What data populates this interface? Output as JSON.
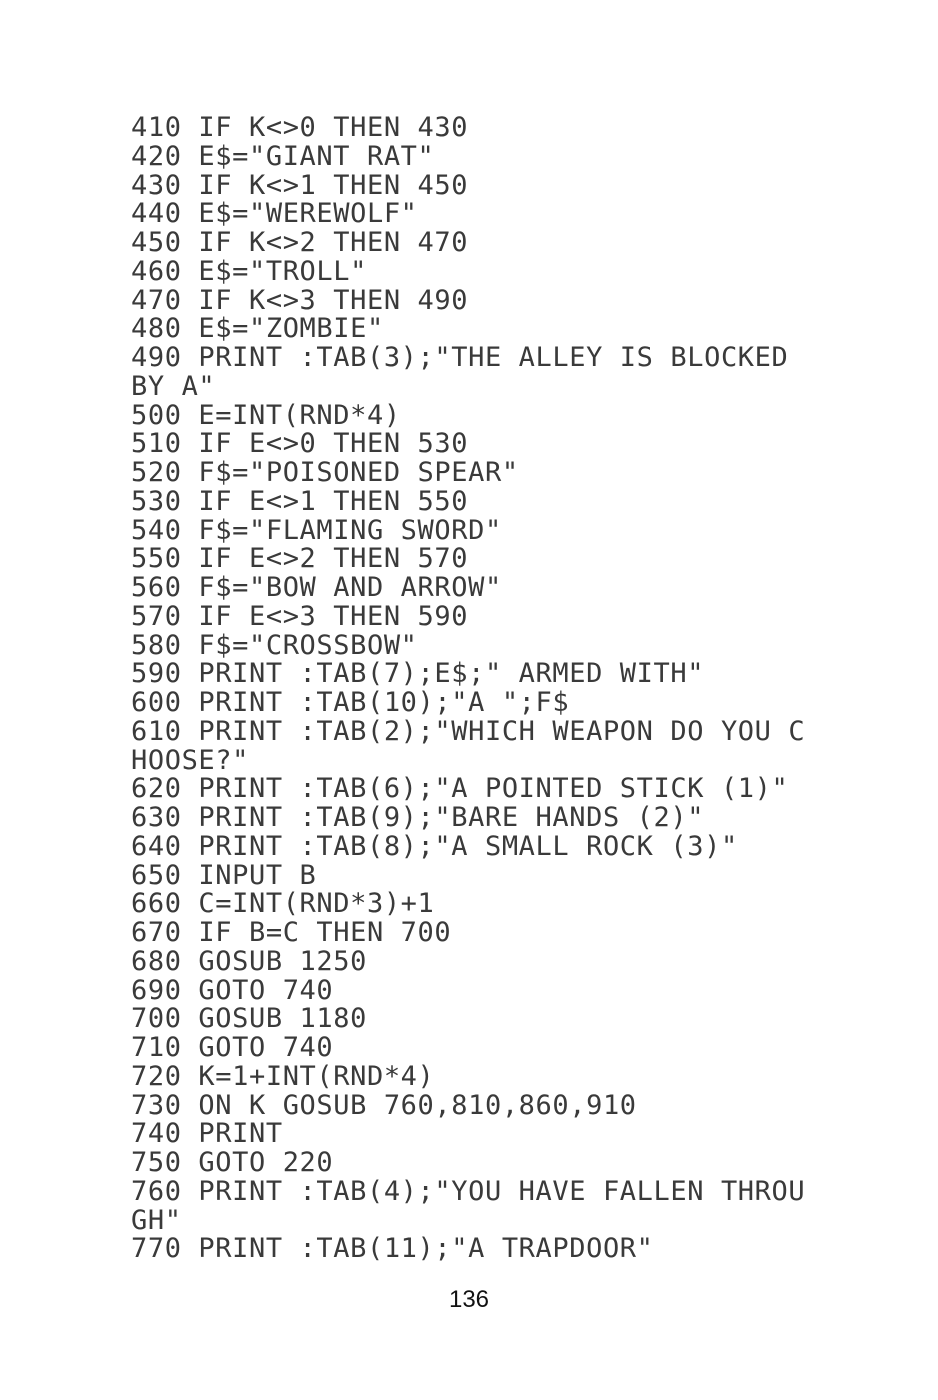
{
  "listing": {
    "lines": [
      "410 IF K<>0 THEN 430",
      "420 E$=\"GIANT RAT\"",
      "430 IF K<>1 THEN 450",
      "440 E$=\"WEREWOLF\"",
      "450 IF K<>2 THEN 470",
      "460 E$=\"TROLL\"",
      "470 IF K<>3 THEN 490",
      "480 E$=\"ZOMBIE\"",
      "490 PRINT :TAB(3);\"THE ALLEY IS BLOCKED",
      "BY A\"",
      "500 E=INT(RND*4)",
      "510 IF E<>0 THEN 530",
      "520 F$=\"POISONED SPEAR\"",
      "530 IF E<>1 THEN 550",
      "540 F$=\"FLAMING SWORD\"",
      "550 IF E<>2 THEN 570",
      "560 F$=\"BOW AND ARROW\"",
      "570 IF E<>3 THEN 590",
      "580 F$=\"CROSSBOW\"",
      "590 PRINT :TAB(7);E$;\" ARMED WITH\"",
      "600 PRINT :TAB(10);\"A \";F$",
      "610 PRINT :TAB(2);\"WHICH WEAPON DO YOU C",
      "HOOSE?\"",
      "620 PRINT :TAB(6);\"A POINTED STICK (1)\"",
      "630 PRINT :TAB(9);\"BARE HANDS (2)\"",
      "640 PRINT :TAB(8);\"A SMALL ROCK (3)\"",
      "650 INPUT B",
      "660 C=INT(RND*3)+1",
      "670 IF B=C THEN 700",
      "680 GOSUB 1250",
      "690 GOTO 740",
      "700 GOSUB 1180",
      "710 GOTO 740",
      "720 K=1+INT(RND*4)",
      "730 ON K GOSUB 760,810,860,910",
      "740 PRINT",
      "750 GOTO 220",
      "760 PRINT :TAB(4);\"YOU HAVE FALLEN THROU",
      "GH\"",
      "770 PRINT :TAB(11);\"A TRAPDOOR\""
    ]
  },
  "page_number": "136"
}
